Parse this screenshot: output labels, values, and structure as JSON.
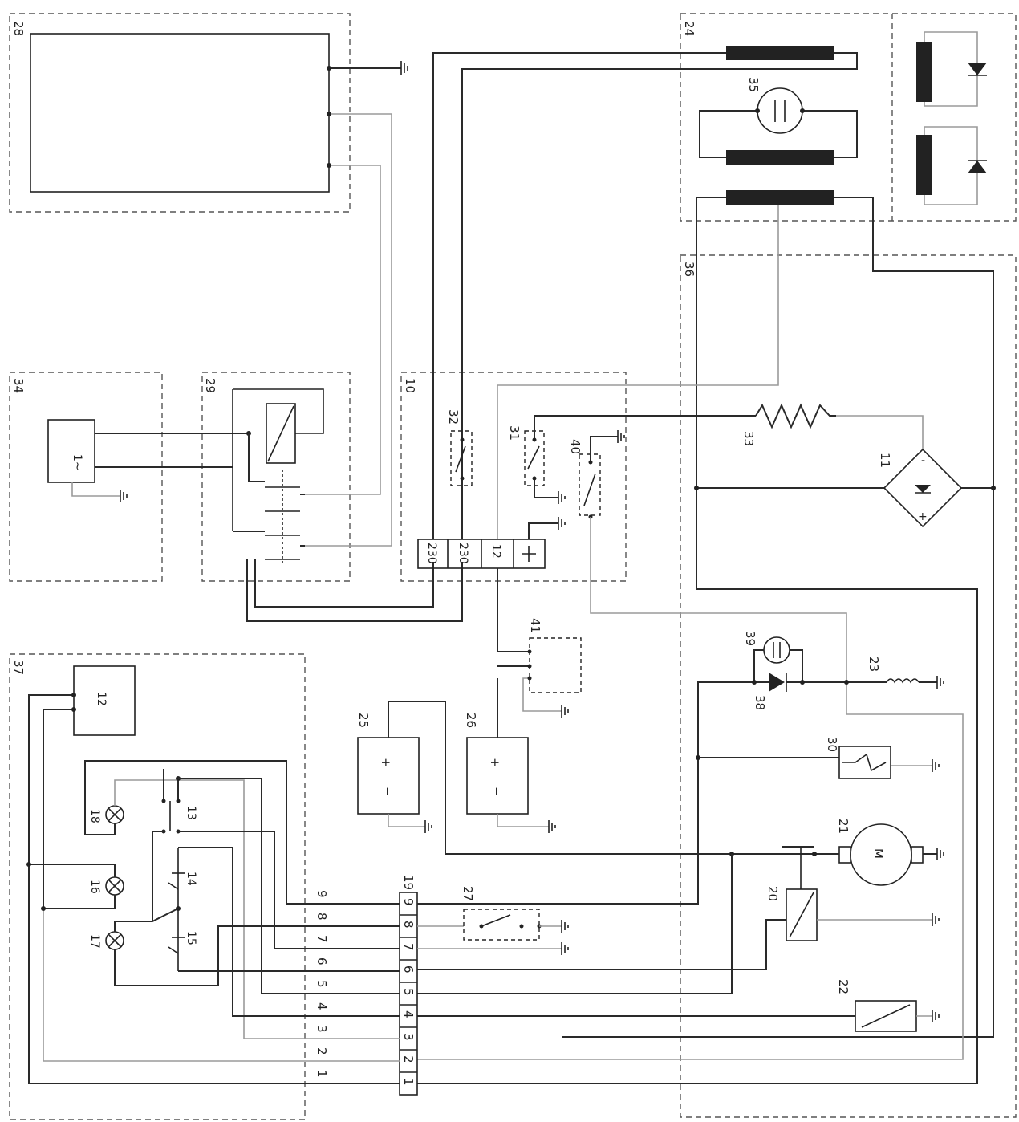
{
  "labels": {
    "c28": "28",
    "c24": "24",
    "c35": "35",
    "c36": "36",
    "c34": "34",
    "c29": "29",
    "c10": "10",
    "c32": "32",
    "c31": "31",
    "c40": "40",
    "c33": "33",
    "c11": "11",
    "c37": "37",
    "c12": "12",
    "c18": "18",
    "c13": "13",
    "c16": "16",
    "c14": "14",
    "c17": "17",
    "c15": "15",
    "c41": "41",
    "c25": "25",
    "c26": "26",
    "c39": "39",
    "c38": "38",
    "c23": "23",
    "c30": "30",
    "c21": "21",
    "c20": "20",
    "c22": "22",
    "c19": "19",
    "c27": "27"
  },
  "terminal_block_10": [
    "230",
    "230",
    "12"
  ],
  "terminal_strip_19": [
    "1",
    "2",
    "3",
    "4",
    "5",
    "6",
    "7",
    "8",
    "9"
  ],
  "wire_numbers": [
    "1",
    "2",
    "3",
    "4",
    "5",
    "6",
    "7",
    "8",
    "9"
  ],
  "battery_signs": {
    "plus": "+",
    "minus": "−"
  },
  "motor_letter": "M"
}
